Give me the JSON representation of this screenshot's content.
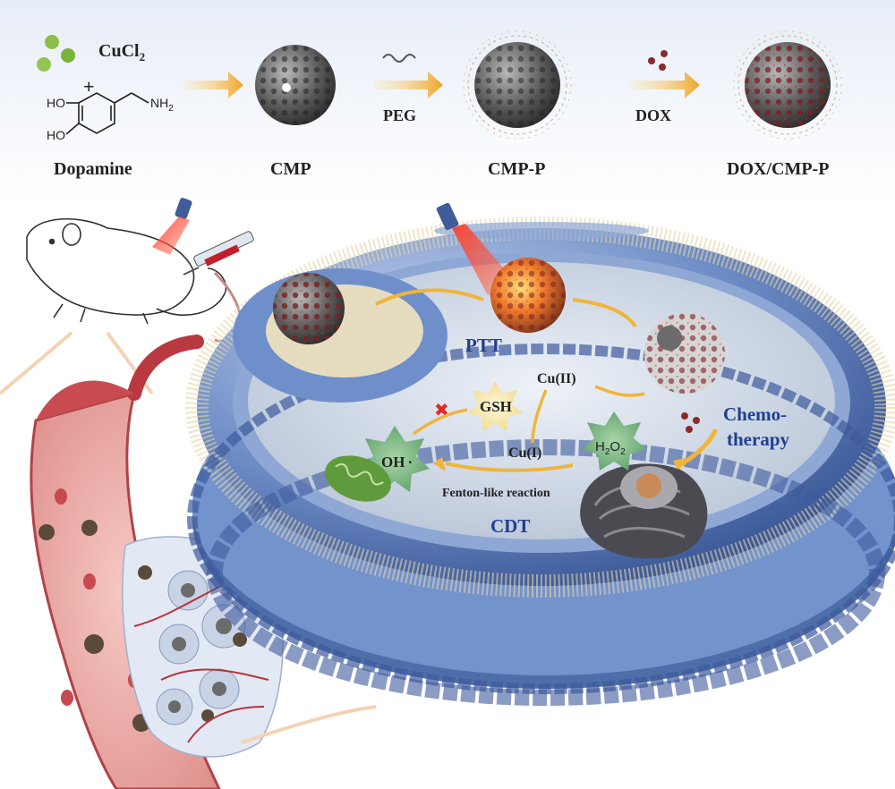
{
  "synthesis": {
    "reagent_metal": "CuCl",
    "reagent_metal_sub": "2",
    "plus": "+",
    "ho_top": "HO",
    "ho_bottom": "HO",
    "nh": "NH",
    "nh_sub": "2",
    "dopamine_label": "Dopamine",
    "cmp_label": "CMP",
    "peg_label": "PEG",
    "cmpp_label": "CMP-P",
    "dox_label": "DOX",
    "doxcmpp_label": "DOX/CMP-P"
  },
  "cell": {
    "ptt_label": "PTT",
    "cdt_label": "CDT",
    "chemo_label_1": "Chemo-",
    "chemo_label_2": "therapy",
    "gsh_label": "GSH",
    "cu2_label": "Cu(II)",
    "cu1_label": "Cu(I)",
    "oh_label": "OH",
    "oh_dot": "·",
    "h2o2_label": "H",
    "h2o2_sub1": "2",
    "h2o2_o": "O",
    "h2o2_sub2": "2",
    "fenton_label": "Fenton-like reaction",
    "block_mark": "✖"
  },
  "colors": {
    "membrane_blue": "#6f8fc8",
    "membrane_dark": "#3d5a9c",
    "arrow_gold": "#f0b43a",
    "label_navy": "#1f3f8f",
    "laser_red": "#e03a2a",
    "vessel_pink": "#e8a6a6",
    "particle_gray": "#4a4a4a",
    "star_green": "#6aa776",
    "star_yellow": "#f3e4a4"
  }
}
